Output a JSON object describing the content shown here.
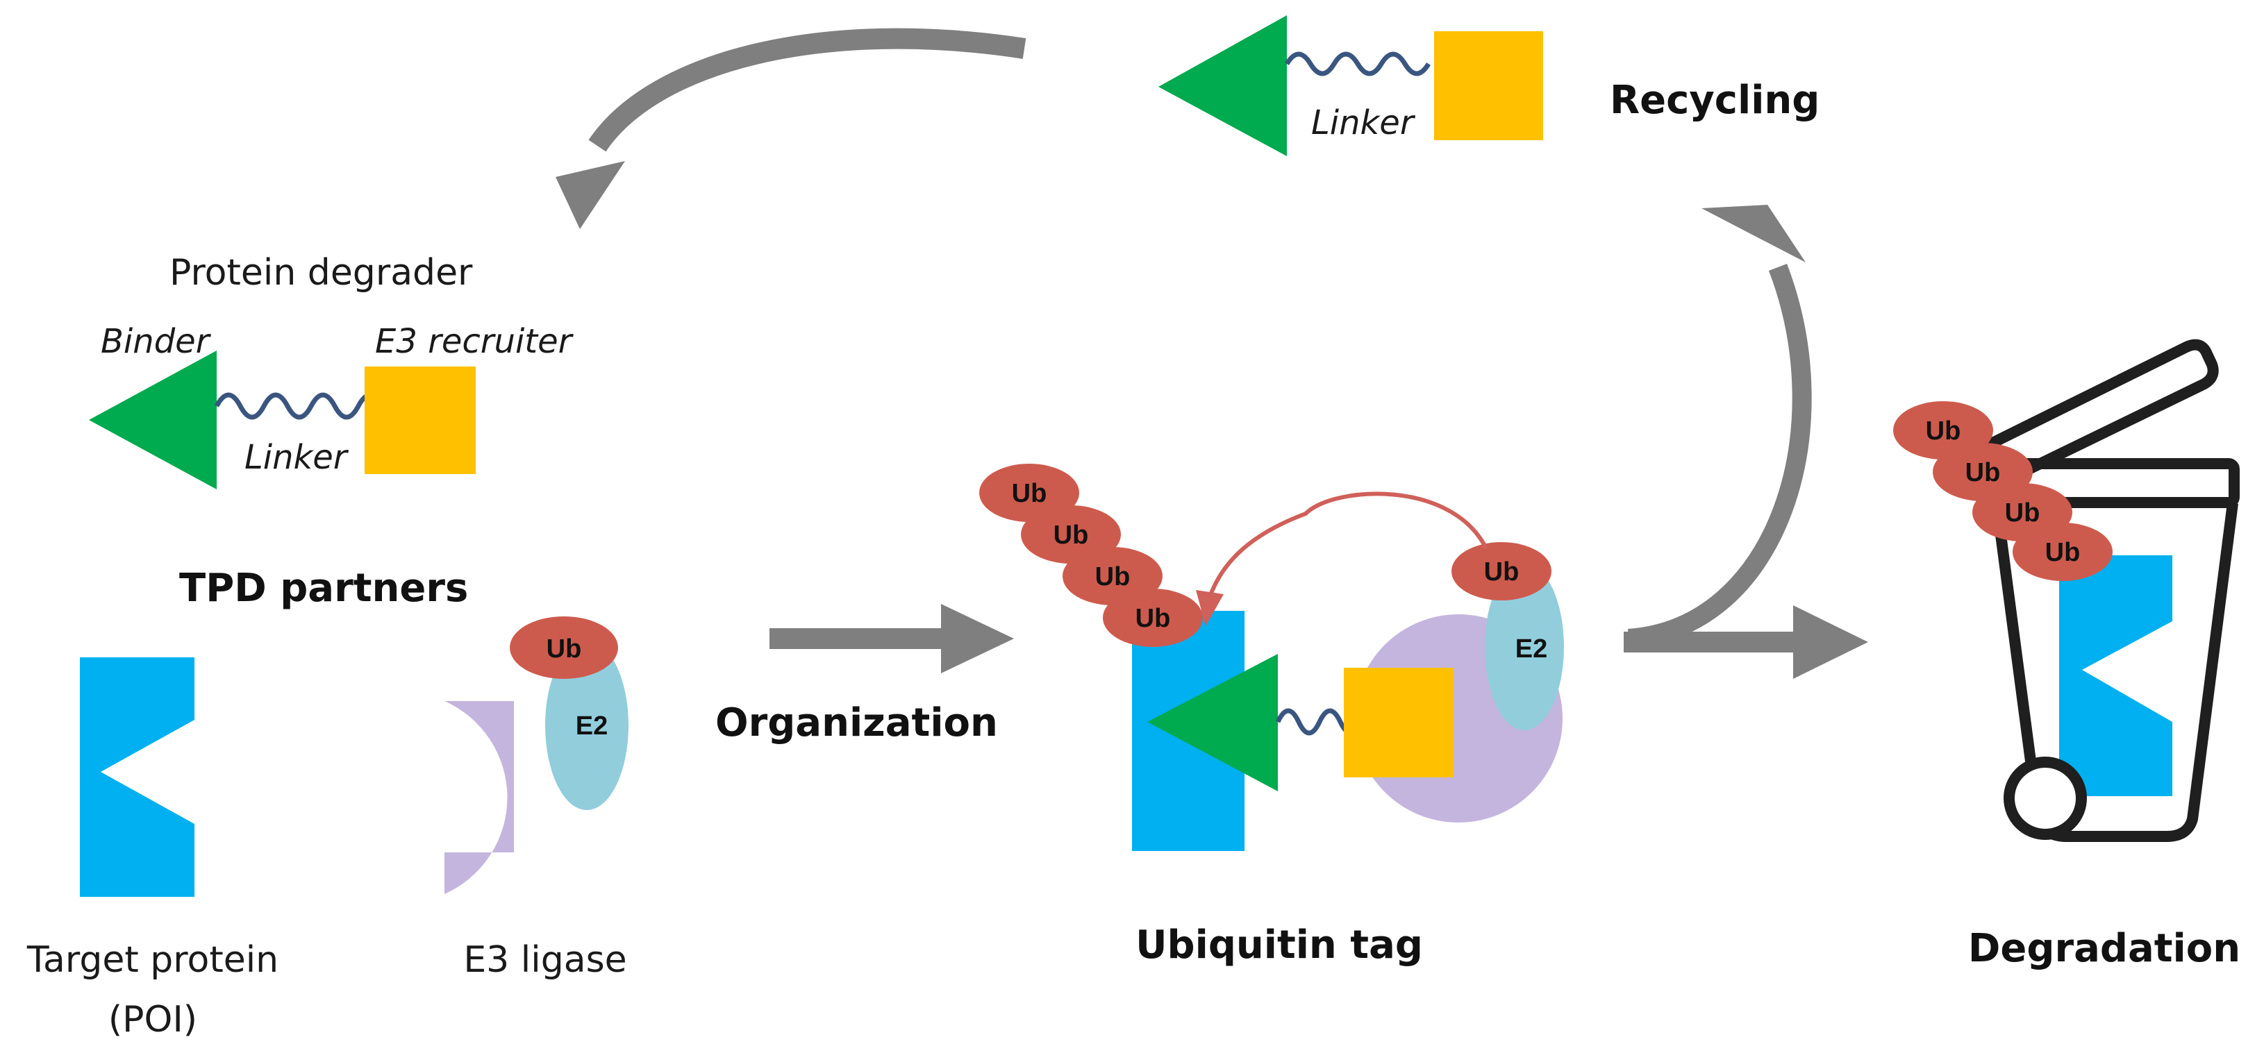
{
  "colors": {
    "binder": "#00aa4f",
    "recruiter": "#ffc000",
    "linker": "#3a5680",
    "target": "#00b0f0",
    "e3": "#c4b5de",
    "e2": "#92cddc",
    "ub": "#cd5b4d",
    "arrow": "#7f7f7f",
    "transfer_arrow": "#d0605a",
    "bin": "#1f1f1f"
  },
  "labels": {
    "protein_degrader": "Protein degrader",
    "binder": "Binder",
    "e3_recruiter": "E3 recruiter",
    "linker": "Linker",
    "tpd_partners": "TPD partners",
    "target_protein_line1": "Target protein",
    "target_protein_line2": "(POI)",
    "e3_ligase": "E3 ligase",
    "e2": "E2",
    "ub": "Ub",
    "organization": "Organization",
    "ubiquitin_tag": "Ubiquitin tag",
    "recycling": "Recycling",
    "degradation": "Degradation"
  }
}
